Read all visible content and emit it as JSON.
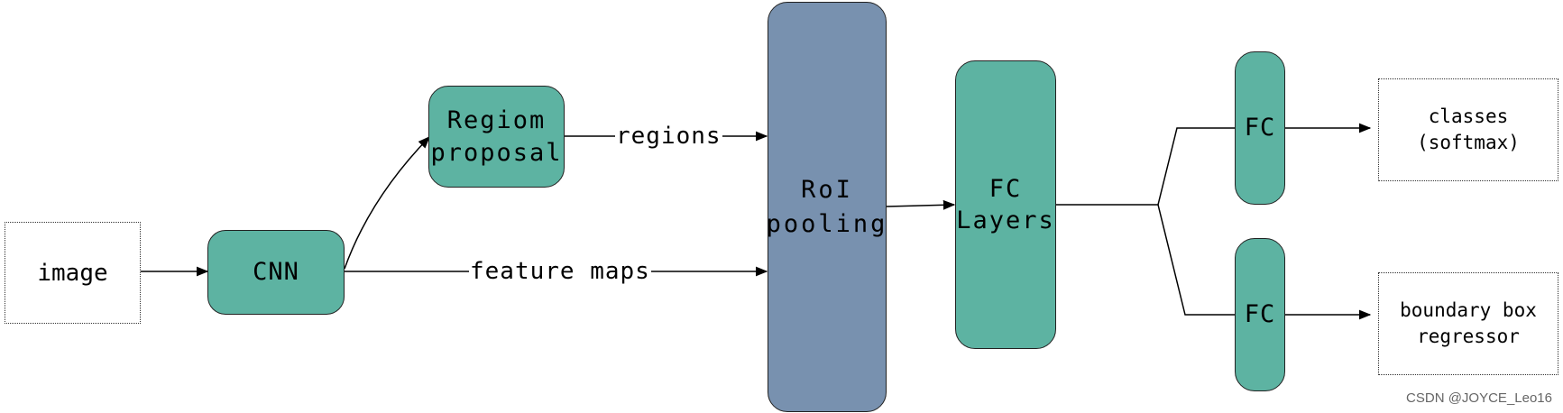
{
  "diagram": {
    "nodes": {
      "image": "image",
      "cnn": "CNN",
      "region_proposal": "Regiom\nproposal",
      "roi_pooling": "RoI\npooling",
      "fc_layers": "FC\nLayers",
      "fc_top": "FC",
      "fc_bottom": "FC",
      "classes": "classes\n(softmax)",
      "bbox_regressor": "boundary box\nregressor"
    },
    "edge_labels": {
      "regions": "regions",
      "feature_maps": "feature maps"
    }
  },
  "watermark": "CSDN @JOYCE_Leo16"
}
